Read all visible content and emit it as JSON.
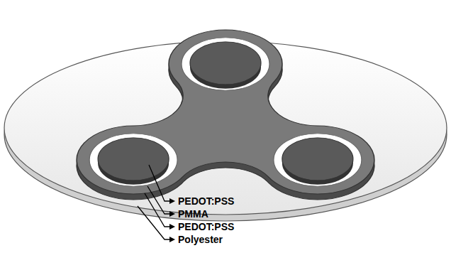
{
  "diagram": {
    "labels": [
      "PEDOT:PSS",
      "PMMA",
      "PEDOT:PSS",
      "Polyester"
    ]
  }
}
